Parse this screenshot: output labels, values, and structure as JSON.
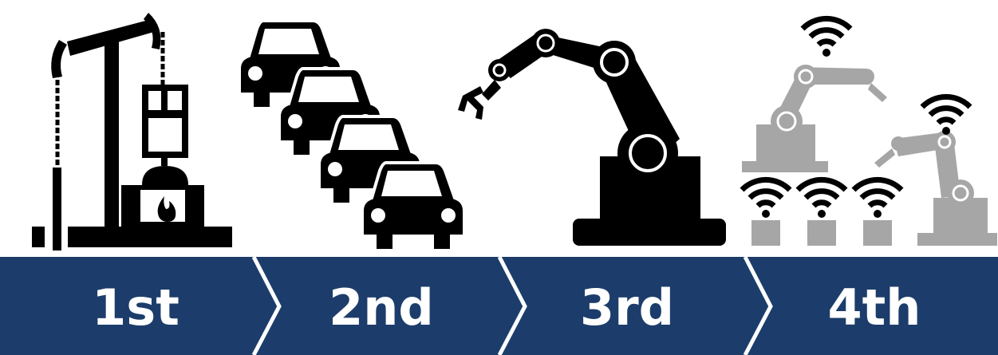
{
  "colors": {
    "arrow_fill": "#1c3d6b",
    "arrow_separator": "#ffffff",
    "label_text": "#ffffff",
    "icon_black": "#000000",
    "icon_gray": "#a6a6a6"
  },
  "stages": [
    {
      "label": "1st",
      "icon": "steam-pump-engine-icon"
    },
    {
      "label": "2nd",
      "icon": "car-assembly-line-icon"
    },
    {
      "label": "3rd",
      "icon": "robotic-arm-icon"
    },
    {
      "label": "4th",
      "icon": "connected-robots-wifi-icon"
    }
  ]
}
